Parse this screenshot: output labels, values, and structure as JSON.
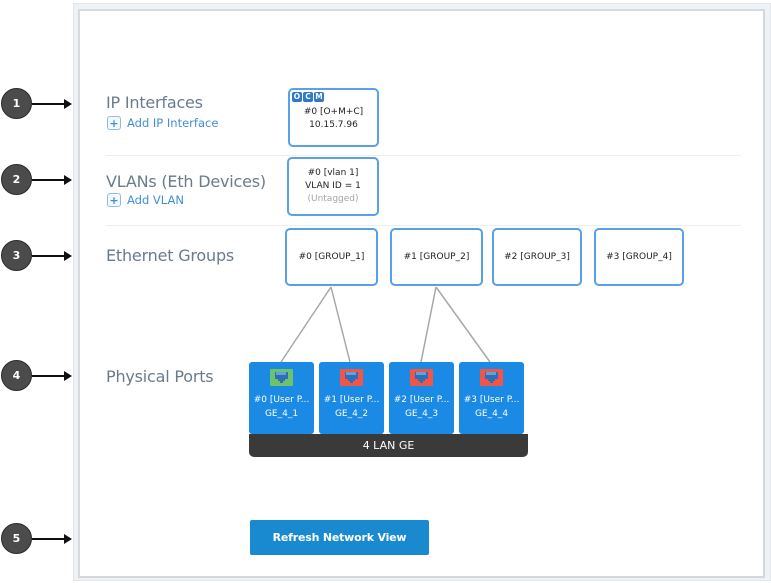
{
  "callouts": [
    "1",
    "2",
    "3",
    "4",
    "5"
  ],
  "sections": {
    "ip_interfaces": {
      "label": "IP Interfaces",
      "add_link": "Add IP Interface",
      "items": [
        {
          "badges": [
            "O",
            "C",
            "M"
          ],
          "title": "#0 [O+M+C]",
          "address": "10.15.7.96"
        }
      ]
    },
    "vlans": {
      "label": "VLANs (Eth Devices)",
      "add_link": "Add VLAN",
      "items": [
        {
          "title": "#0 [vlan 1]",
          "vlan_id": "VLAN ID = 1",
          "tagging": "(Untagged)"
        }
      ]
    },
    "ethernet_groups": {
      "label": "Ethernet Groups",
      "items": [
        {
          "title": "#0 [GROUP_1]",
          "ports": [
            0,
            1
          ]
        },
        {
          "title": "#1 [GROUP_2]",
          "ports": [
            2,
            3
          ]
        },
        {
          "title": "#2 [GROUP_3]",
          "ports": []
        },
        {
          "title": "#3 [GROUP_4]",
          "ports": []
        }
      ]
    },
    "physical_ports": {
      "label": "Physical Ports",
      "items": [
        {
          "title": "#0 [User P...",
          "name": "GE_4_1",
          "status": "up",
          "status_color": "#6cc36a"
        },
        {
          "title": "#1 [User P...",
          "name": "GE_4_2",
          "status": "down",
          "status_color": "#f0554a"
        },
        {
          "title": "#2 [User P...",
          "name": "GE_4_3",
          "status": "down",
          "status_color": "#f0554a"
        },
        {
          "title": "#3 [User P...",
          "name": "GE_4_4",
          "status": "down",
          "status_color": "#f0554a"
        }
      ],
      "module_label": "4 LAN GE"
    }
  },
  "actions": {
    "refresh_label": "Refresh Network View"
  },
  "colors": {
    "accent": "#1a8ae4",
    "node_border": "#5aa0e4",
    "link_color": "#a8a8a8",
    "port_up": "#6cc36a",
    "port_down": "#f0554a"
  }
}
